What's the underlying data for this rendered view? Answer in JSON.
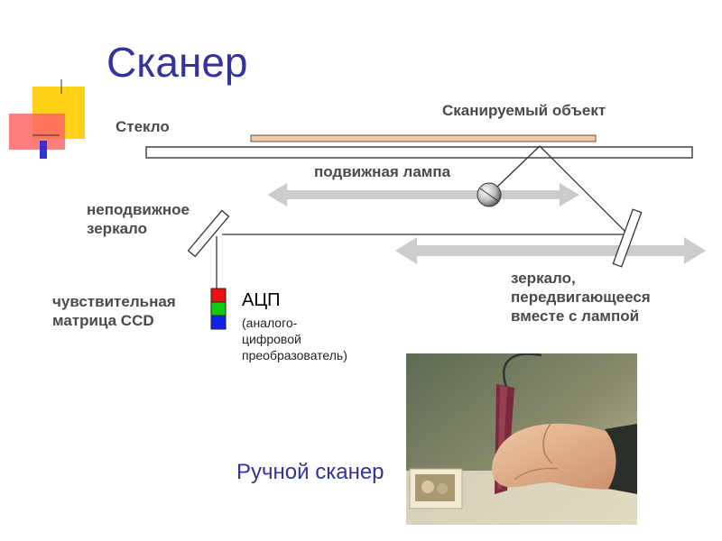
{
  "slide": {
    "title": "Сканер",
    "accent_colors": {
      "yellow": "#ffcc00",
      "red": "#ff3333",
      "blue": "#3333cc"
    }
  },
  "diagram": {
    "labels": {
      "glass": "Стекло",
      "scanned_object": "Сканируемый объект",
      "moving_lamp": "подвижная лампа",
      "fixed_mirror_line1": "неподвижное",
      "fixed_mirror_line2": "зеркало",
      "moving_mirror_line1": "зеркало,",
      "moving_mirror_line2": "передвигающееся",
      "moving_mirror_line3": "вместе с лампой",
      "ccd_line1": "чувствительная",
      "ccd_line2": "матрица CCD"
    },
    "adc": {
      "abbr": "АЦП",
      "desc_line1": "(аналого-",
      "desc_line2": "цифровой",
      "desc_line3": "преобразователь)"
    },
    "ccd_colors": [
      "#ee1111",
      "#11cc11",
      "#1122ee"
    ]
  },
  "handheld": {
    "caption": "Ручной сканер"
  }
}
